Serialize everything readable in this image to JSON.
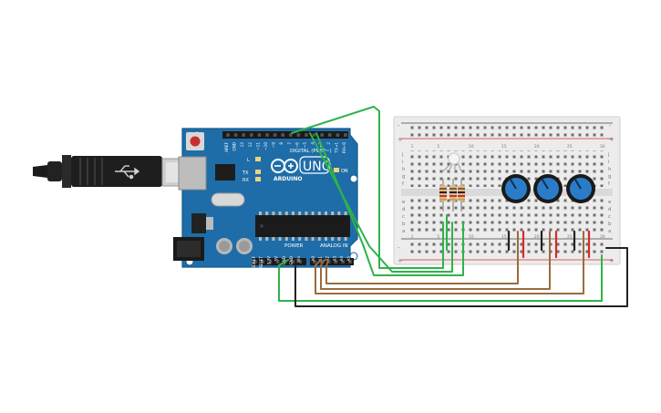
{
  "arduino": {
    "brand": "ARDUINO",
    "model": "UNO",
    "digital_header_label": "DIGITAL (PWM~)",
    "power_header_label": "POWER",
    "analog_header_label": "ANALOG IN",
    "on_label": "ON",
    "l_label": "L",
    "tx_label": "TX",
    "rx_label": "RX",
    "digital_pins": [
      "AREF",
      "GND",
      "13",
      "12",
      "~11",
      "~10",
      "~9",
      "8",
      "7",
      "~6",
      "~5",
      "4",
      "~3",
      "2",
      "TX→1",
      "RX←0"
    ],
    "power_pins": [
      "IOREF",
      "RESET",
      "3.3V",
      "5V",
      "GND",
      "GND",
      "Vin"
    ],
    "analog_pins": [
      "A0",
      "A1",
      "A2",
      "A3",
      "A4",
      "A5"
    ]
  },
  "breadboard": {
    "row_letters_top": [
      "j",
      "i",
      "h",
      "g",
      "f"
    ],
    "row_letters_bottom": [
      "e",
      "d",
      "c",
      "b",
      "a"
    ],
    "column_numbers": [
      "1",
      "5",
      "10",
      "15",
      "20",
      "25",
      "30"
    ],
    "rail_minus": "-",
    "rail_plus": "+"
  },
  "colors": {
    "board": "#1f6da8",
    "wire_green": "#2eb34a",
    "wire_brown": "#9b6b3f",
    "wire_black": "#222222",
    "wire_red": "#d62b2b",
    "pot": "#2b7cc8"
  }
}
